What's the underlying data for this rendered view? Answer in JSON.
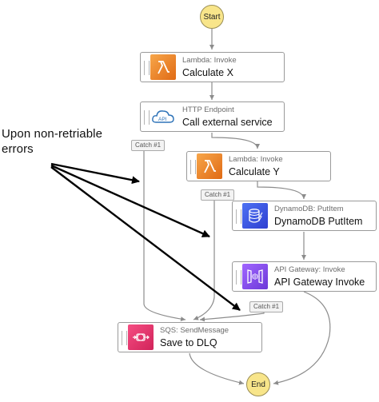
{
  "diagram": {
    "start_label": "Start",
    "end_label": "End",
    "annotation": {
      "line1": "Upon non-retriable",
      "line2": "errors"
    },
    "steps": {
      "calculate_x": {
        "type": "Lambda: Invoke",
        "name": "Calculate X",
        "icon": "lambda-icon"
      },
      "call_external": {
        "type": "HTTP Endpoint",
        "name": "Call external service",
        "icon": "http-api-icon",
        "icon_text": "API"
      },
      "calculate_y": {
        "type": "Lambda: Invoke",
        "name": "Calculate Y",
        "icon": "lambda-icon"
      },
      "dynamodb_put": {
        "type": "DynamoDB: PutItem",
        "name": "DynamoDB PutItem",
        "icon": "dynamodb-icon"
      },
      "api_gateway": {
        "type": "API Gateway: Invoke",
        "name": "API Gateway Invoke",
        "icon": "api-gateway-icon"
      },
      "save_dlq": {
        "type": "SQS: SendMessage",
        "name": "Save to DLQ",
        "icon": "sqs-icon"
      }
    },
    "catch_labels": {
      "from_http": "Catch #1",
      "from_calculate_y": "Catch #1",
      "from_api_gateway": "Catch #1"
    },
    "colors": {
      "start_end_fill": "#f8e58a",
      "lambda": "#e8771c",
      "dynamodb": "#3b54e0",
      "api_gateway": "#8a4ef0",
      "sqs": "#e2336a",
      "edges": "#8c8c8c",
      "annotation_arrows": "#000000"
    }
  }
}
